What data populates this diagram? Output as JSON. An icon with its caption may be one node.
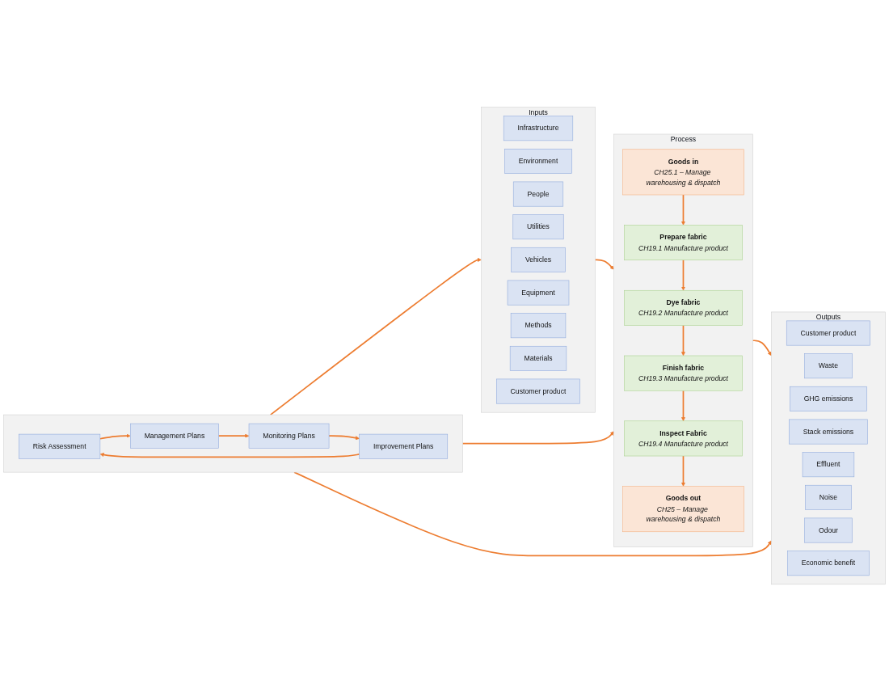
{
  "diagram": {
    "nodes": [
      {
        "text": [
          "Inputs"
        ]
      },
      {
        "text": [
          "Infrastructure"
        ],
        "in": 0
      },
      {
        "text": [
          "Environment"
        ],
        "in": 0
      },
      {
        "text": [
          "People"
        ],
        "in": 0
      },
      {
        "text": [
          "Utilities"
        ],
        "in": 0
      },
      {
        "text": [
          "Vehicles"
        ],
        "in": 0
      },
      {
        "text": [
          "Equipment"
        ],
        "in": 0
      },
      {
        "text": [
          "Methods"
        ],
        "in": 0
      },
      {
        "text": [
          "Materials"
        ],
        "in": 0
      },
      {
        "text": [
          "Customer product"
        ],
        "in": 0
      },
      {
        "text": [
          "Process"
        ]
      },
      {
        "text": [
          "Goods in",
          "CH25.1 – Manage warehousing & dispatch"
        ],
        "in": 10
      },
      {
        "text": [
          "Prepare fabric",
          "CH19.1 Manufacture product"
        ],
        "in": 10
      },
      {
        "text": [
          "Dye fabric",
          "CH19.2 Manufacture product"
        ],
        "in": 10
      },
      {
        "text": [
          "Finish fabric",
          "CH19.3 Manufacture product"
        ],
        "in": 10
      },
      {
        "text": [
          "Inspect Fabric",
          "CH19.4 Manufacture product"
        ],
        "in": 10
      },
      {
        "text": [
          "Goods out",
          "CH25 – Manage warehousing & dispatch"
        ],
        "in": 10
      },
      {
        "text": [
          "Outputs"
        ]
      },
      {
        "text": [
          "Customer product"
        ],
        "in": 17
      },
      {
        "text": [
          "Waste"
        ],
        "in": 17
      },
      {
        "text": [
          "GHG emissions"
        ],
        "in": 17
      },
      {
        "text": [
          "Stack emissions"
        ],
        "in": 17
      },
      {
        "text": [
          "Effluent"
        ],
        "in": 17
      },
      {
        "text": [
          "Noise"
        ],
        "in": 17
      },
      {
        "text": [
          "Odour"
        ],
        "in": 17
      },
      {
        "text": [
          "Economic benefit"
        ],
        "in": 17
      },
      {
        "text": [],
        "shape": "box"
      },
      {
        "text": [
          "Risk Assessment"
        ],
        "in": 26
      },
      {
        "text": [
          "Management Plans"
        ],
        "in": 26
      },
      {
        "text": [
          "Monitoring Plans"
        ],
        "in": 26
      },
      {
        "text": [
          "Improvement Plans"
        ],
        "in": 26
      }
    ],
    "edges": [
      {
        "from": 0,
        "to": 10,
        "arrow": "to"
      },
      {
        "from": 10,
        "to": 17,
        "arrow": "to"
      },
      {
        "from": 11,
        "to": 12,
        "arrow": "to"
      },
      {
        "from": 12,
        "to": 13,
        "arrow": "to"
      },
      {
        "from": 13,
        "to": 14,
        "arrow": "to"
      },
      {
        "from": 14,
        "to": 15,
        "arrow": "to"
      },
      {
        "from": 15,
        "to": 16,
        "arrow": "to"
      },
      {
        "from": 26,
        "to": 0,
        "arrow": "to"
      },
      {
        "from": 26,
        "to": 10,
        "arrow": "to"
      },
      {
        "from": 26,
        "to": 17,
        "arrow": "to"
      },
      {
        "from": 27,
        "to": 28,
        "arrow": "to"
      },
      {
        "from": 28,
        "to": 29,
        "arrow": "to"
      },
      {
        "from": 29,
        "to": 30,
        "arrow": "to"
      },
      {
        "from": 30,
        "to": 27,
        "arrow": "to"
      }
    ]
  }
}
